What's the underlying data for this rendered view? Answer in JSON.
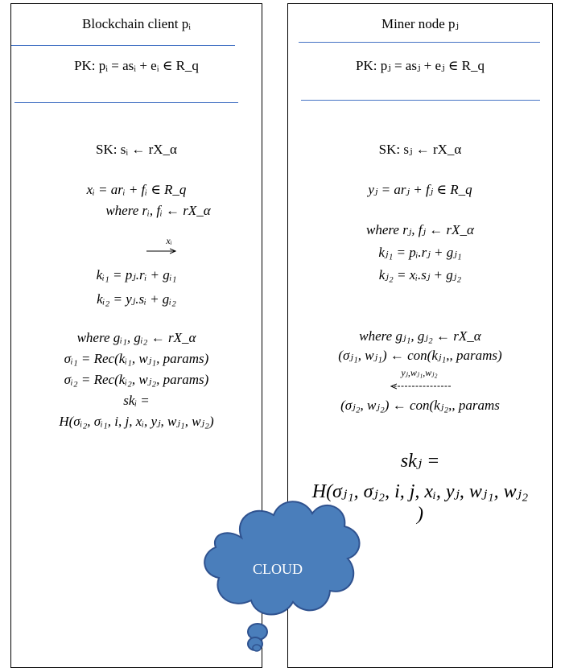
{
  "left": {
    "title": "Blockchain client pᵢ",
    "pk": "PK: pᵢ = asᵢ + eᵢ ∈ R_q",
    "sk": "SK: sᵢ ← rX_α",
    "x_eq": "xᵢ = arᵢ + fᵢ ∈ R_q",
    "where_rf": "where rᵢ, fᵢ ← rX_α",
    "arrow_label": "xᵢ",
    "k1": "kᵢ₁ = pⱼ.rᵢ + gᵢ₁",
    "k2": "kᵢ₂ = yⱼ.sᵢ + gᵢ₂",
    "where_g": "where gᵢ₁, gᵢ₂ ← rX_α",
    "sigma1": "σᵢ₁ = Rec(kᵢ₁, wⱼ₁, params)",
    "sigma2": "σᵢ₂ = Rec(kᵢ₂, wⱼ₂, params)",
    "sk_line1": "skᵢ =",
    "sk_line2": "H(σᵢ₂, σᵢ₁, i, j, xᵢ, yⱼ, wⱼ₁, wⱼ₂)"
  },
  "right": {
    "title": "Miner node pⱼ",
    "pk": "PK: pⱼ = asⱼ + eⱼ ∈ R_q",
    "sk": "SK: sⱼ ← rX_α",
    "y_eq": "yⱼ = arⱼ + fⱼ ∈ R_q",
    "where_rf": "where rⱼ, fⱼ ← rX_α",
    "k1": "kⱼ₁ = pᵢ.rⱼ + gⱼ₁",
    "k2": "kⱼ₂ = xᵢ.sⱼ + gⱼ₂",
    "where_g": "where gⱼ₁, gⱼ₂ ← rX_α",
    "con1": "(σⱼ₁, wⱼ₁) ← con(kⱼ₁,, params)",
    "arrow_label": "yⱼ,wⱼ₁,wⱼ₂",
    "con2": "(σⱼ₂, wⱼ₂) ← con(kⱼ₂,, params",
    "sk_line1": "skⱼ =",
    "sk_line2": "H(σⱼ₁, σⱼ₂, i, j, xᵢ, yⱼ, wⱼ₁, wⱼ₂",
    "sk_line3": ")"
  },
  "cloud": {
    "label": "CLOUD",
    "fill": "#4a7ebb",
    "stroke": "#2f528f"
  }
}
